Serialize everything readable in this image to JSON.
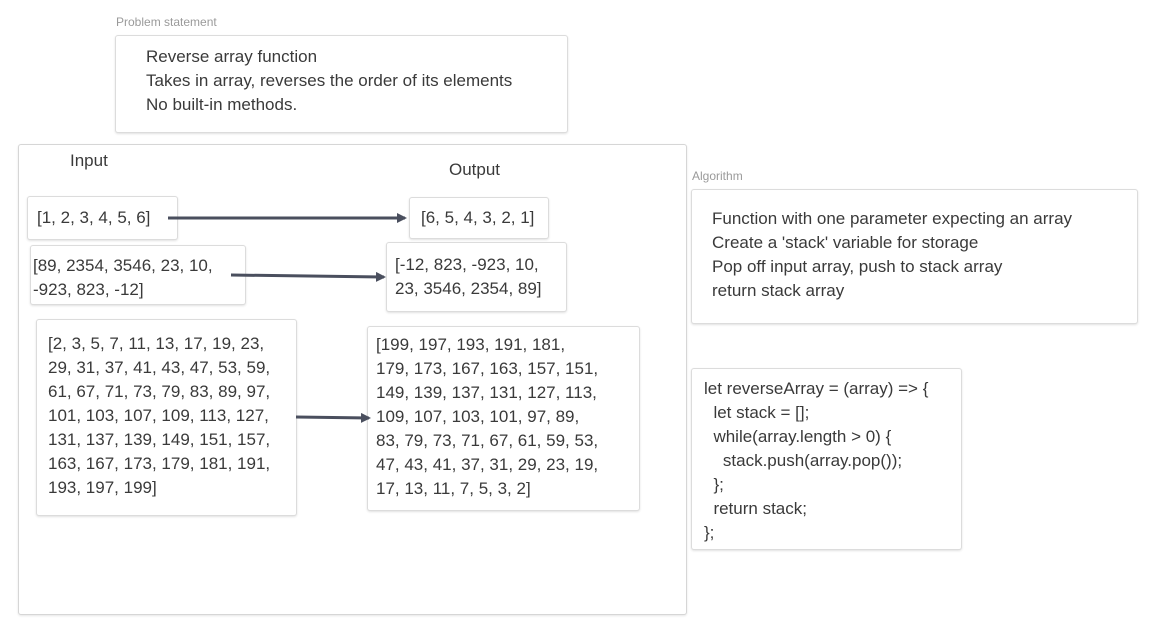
{
  "problem": {
    "label": "Problem statement",
    "lines": [
      "Reverse array function",
      "Takes in array, reverses the order of its elements",
      "No built-in methods."
    ]
  },
  "io": {
    "input_heading": "Input",
    "output_heading": "Output",
    "examples": [
      {
        "input": [
          "[1, 2, 3, 4, 5, 6]"
        ],
        "output": [
          "[6, 5, 4, 3, 2, 1]"
        ]
      },
      {
        "input": [
          "[89, 2354, 3546, 23, 10,",
          "-923, 823, -12]"
        ],
        "output": [
          "[-12, 823, -923, 10,",
          "23, 3546, 2354, 89]"
        ]
      },
      {
        "input": [
          "[2, 3, 5, 7, 11, 13, 17, 19, 23,",
          "29, 31, 37, 41, 43, 47, 53, 59,",
          "61, 67, 71, 73, 79, 83, 89, 97,",
          "101, 103, 107, 109, 113, 127,",
          "131, 137, 139, 149, 151, 157,",
          "163, 167, 173, 179, 181, 191,",
          "193, 197, 199]"
        ],
        "output": [
          "[199, 197, 193, 191, 181,",
          "179, 173, 167, 163, 157, 151,",
          "149, 139, 137, 131, 127, 113,",
          "109, 107, 103, 101, 97, 89,",
          "83, 79, 73, 71, 67, 61, 59, 53,",
          "47, 43, 41, 37, 31, 29, 23, 19,",
          "17, 13, 11, 7, 5, 3, 2]"
        ]
      }
    ]
  },
  "algorithm": {
    "label": "Algorithm",
    "lines": [
      "Function with one parameter expecting an array",
      "Create a 'stack' variable for storage",
      "Pop off input array, push to stack array",
      "return stack array"
    ]
  },
  "code": {
    "lines": [
      "let reverseArray = (array) => {",
      "  let stack = [];",
      "  while(array.length > 0) {",
      "    stack.push(array.pop());",
      "  };",
      "  return stack;",
      "};"
    ]
  },
  "colors": {
    "arrow": "#4a4f5e",
    "border": "#dcdcdc",
    "text": "#3a3a3a",
    "label": "#9a9a9a"
  }
}
